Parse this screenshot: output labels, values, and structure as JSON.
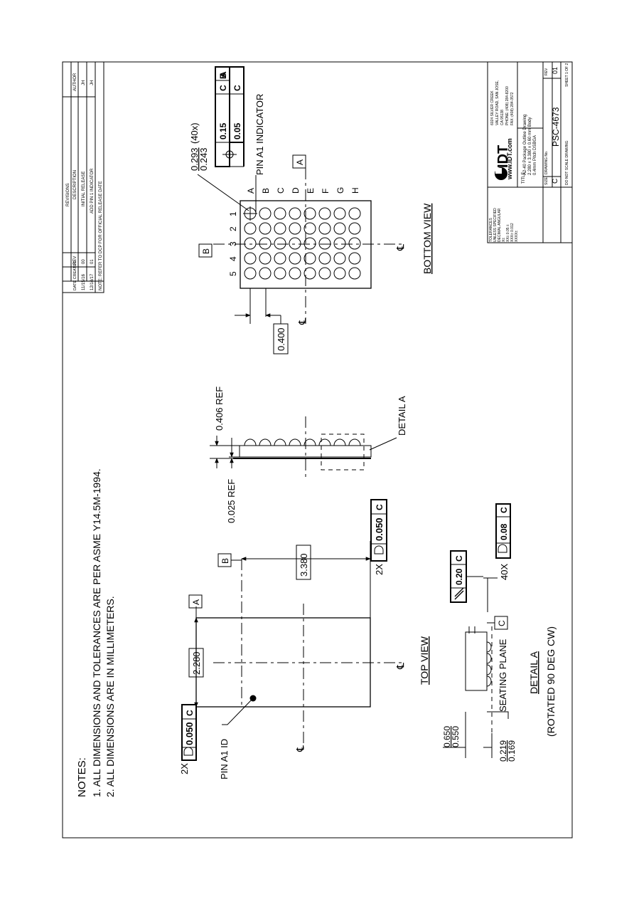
{
  "notes": {
    "heading": "NOTES:",
    "items": [
      "1. ALL DIMENSIONS AND TOLERANCES ARE PER ASME Y14.5M-1994.",
      "2. ALL DIMENSIONS ARE IN MILLIMETERS."
    ]
  },
  "revision_table": {
    "title": "REVISIONS",
    "headers": [
      "DATE CREATED",
      "REV",
      "DESCRIPTION",
      "AUTHOR"
    ],
    "rows": [
      [
        "11/15/16",
        "00",
        "INITIAL RELEASE",
        "JH"
      ],
      [
        "12/14/17",
        "01",
        "ADD PIN 1 INDICATOR",
        "JH"
      ]
    ],
    "note": "NOTE: REFER TO DCP FOR OFFICIAL RELEASE DATE"
  },
  "top_view": {
    "label": "TOP VIEW",
    "width_dim": "2.280",
    "length_dim": "3.380",
    "datum_a": "A",
    "datum_b": "B",
    "pin_a1_label": "PIN A1 ID",
    "profile_1_count": "2X",
    "profile_1_value": "0.050",
    "profile_1_datum": "C",
    "profile_2_count": "2X",
    "profile_2_value": "0.050",
    "profile_2_datum": "C",
    "centerline": "℄"
  },
  "side_view": {
    "ref_406": "0.406 REF",
    "ref_025": "0.025 REF",
    "detail_label": "DETAIL A"
  },
  "bottom_view": {
    "label": "BOTTOM VIEW",
    "rows": [
      "A",
      "B",
      "C",
      "D",
      "E",
      "F",
      "G",
      "H"
    ],
    "cols": [
      "1",
      "2",
      "3",
      "4",
      "5"
    ],
    "pitch_dim": "0.400",
    "ball_dia_max": "0.293",
    "ball_dia_min": "0.243",
    "ball_count": "(40x)",
    "pin_a1_indicator": "PIN A1 INDICATOR",
    "datum_a": "A",
    "datum_b": "B",
    "fcf1_value": "0.15",
    "fcf1_datums": [
      "C",
      "A",
      "B"
    ],
    "fcf2_value": "0.05",
    "fcf2_datums": [
      "C"
    ],
    "centerline": "℄"
  },
  "detail_a": {
    "title": "DETAIL A",
    "subtitle": "(ROTATED 90 DEG CW)",
    "seating_plane": "SEATING PLANE",
    "height_max": "0.650",
    "height_min": "0.550",
    "standoff_max": "0.219",
    "standoff_min": "0.169",
    "datum_c": "C",
    "parallel_value": "0.20",
    "parallel_datum": "C",
    "coplanarity_count": "40X",
    "coplanarity_value": "0.08",
    "coplanarity_datum": "C"
  },
  "title_block": {
    "tolerances": [
      "TOLERANCES",
      "UNLESS SPECIFIED",
      "DECIMAL      ANGULAR",
      "X±",
      "XX± 0.05        ±",
      "XXX± 0.012",
      "XXXX±"
    ],
    "company_logo": "IDT",
    "website": "www.IDT.com",
    "address": [
      "6024 SILVER CREEK",
      "VALLEY ROAD, SAN JOSE,",
      "CA 95138",
      "PHONE: (408) 284-8200",
      "FAX: (408) 284-3572"
    ],
    "title_label": "TITLE",
    "title_lines": [
      "A2-40 Package Outline Drawing",
      "2.280 x 3.380 x 0.60 mm Body",
      "0.4mm Pitch DSBGA"
    ],
    "size_label": "SIZE",
    "size_value": "C",
    "drawing_no_label": "DRAWING No.",
    "drawing_no": "PSC-4673",
    "rev_label": "REV",
    "rev_value": "01",
    "scale_note": "DO NOT SCALE DRAWING",
    "sheet": "SHEET  1  OF  2"
  }
}
